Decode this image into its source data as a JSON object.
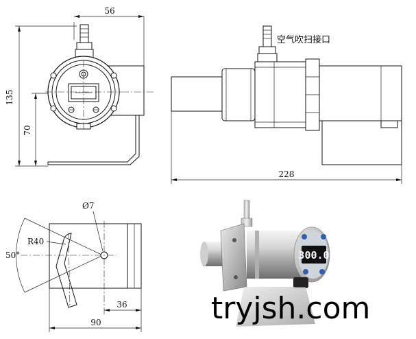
{
  "dimensions": {
    "front_width": "56",
    "front_height": "135",
    "front_center_height": "70",
    "side_length": "228",
    "bracket_hole": "Ø7",
    "bracket_radius": "R40",
    "bracket_angle": "50°",
    "bracket_offset": "36",
    "bracket_width": "90"
  },
  "labels": {
    "purge_port": "空气吹扫接口"
  },
  "photo": {
    "display_value": "300.0"
  },
  "watermark": "tryjsh.com"
}
